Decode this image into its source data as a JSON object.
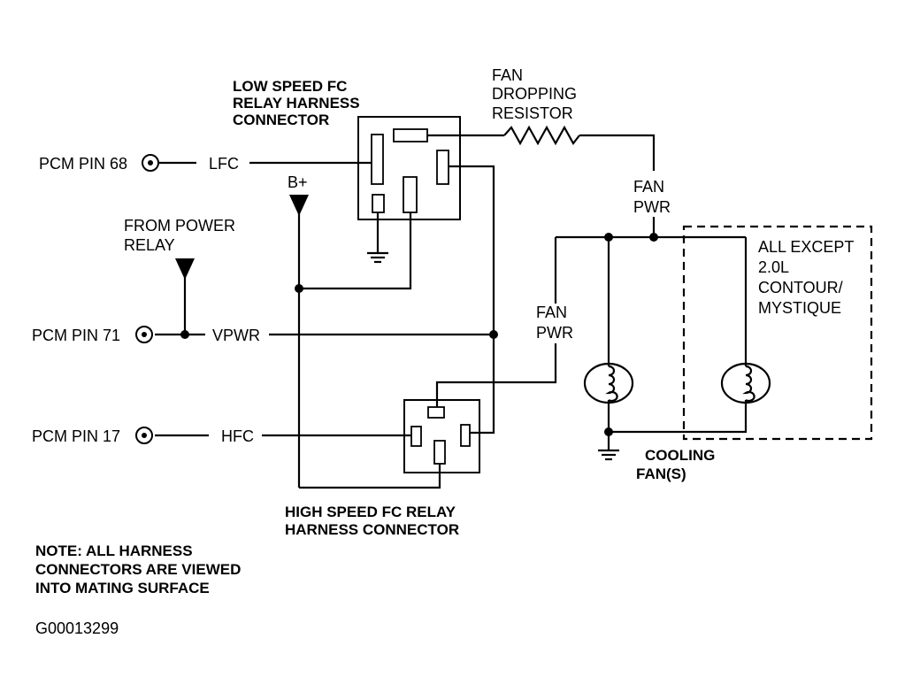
{
  "labels": {
    "low_speed_connector": [
      "LOW SPEED FC",
      "RELAY HARNESS",
      "CONNECTOR"
    ],
    "fan_dropping_resistor": [
      "FAN",
      "DROPPING",
      "RESISTOR"
    ],
    "pcm_pin_68": "PCM PIN 68",
    "lfc": "LFC",
    "b_plus": "B+",
    "from_power_relay": [
      "FROM POWER",
      "RELAY"
    ],
    "fan_pwr_top": [
      "FAN",
      "PWR"
    ],
    "fan_pwr_left": [
      "FAN",
      "PWR"
    ],
    "all_except": [
      "ALL EXCEPT",
      "2.0L",
      "CONTOUR/",
      "MYSTIQUE"
    ],
    "pcm_pin_71": "PCM PIN 71",
    "vpwr": "VPWR",
    "pcm_pin_17": "PCM PIN 17",
    "hfc": "HFC",
    "cooling_fans": [
      "COOLING",
      "FAN(S)"
    ],
    "high_speed_connector": [
      "HIGH SPEED FC RELAY",
      "HARNESS CONNECTOR"
    ],
    "note": [
      "NOTE: ALL HARNESS",
      "CONNECTORS ARE VIEWED",
      "INTO MATING SURFACE"
    ],
    "figure_id": "G00013299"
  }
}
